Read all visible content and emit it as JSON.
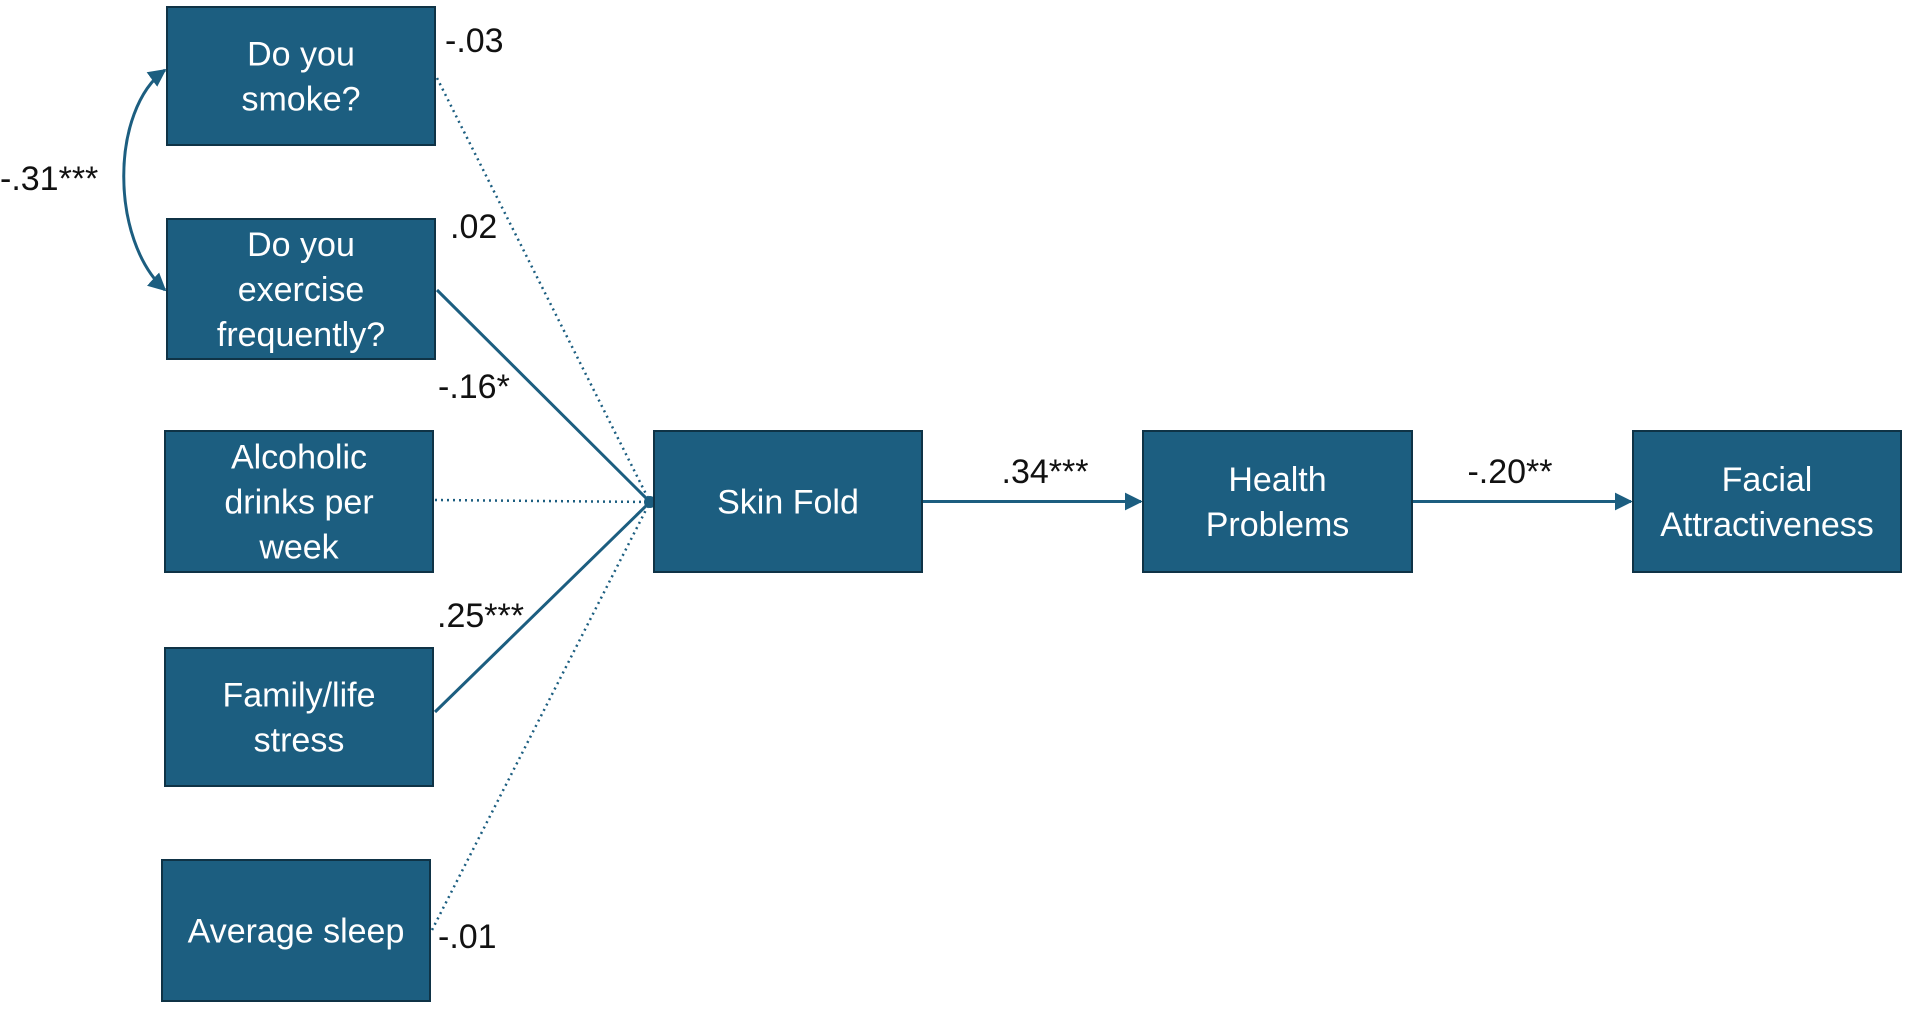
{
  "nodes": [
    {
      "id": "smoke",
      "lines": [
        "Do you",
        "smoke?"
      ]
    },
    {
      "id": "exercise",
      "lines": [
        "Do you",
        "exercise",
        "frequently?"
      ]
    },
    {
      "id": "alcohol",
      "lines": [
        "Alcoholic",
        "drinks per",
        "week"
      ]
    },
    {
      "id": "stress",
      "lines": [
        "Family/life",
        "stress"
      ]
    },
    {
      "id": "sleep",
      "lines": [
        "Average sleep"
      ]
    },
    {
      "id": "skinfold",
      "lines": [
        "Skin Fold"
      ]
    },
    {
      "id": "health",
      "lines": [
        "Health",
        "Problems"
      ]
    },
    {
      "id": "facial",
      "lines": [
        "Facial",
        "Attractiveness"
      ]
    }
  ],
  "paths": [
    {
      "from": "smoke",
      "to": "skinfold",
      "coefficient": "-.03",
      "significant": false
    },
    {
      "from": "exercise",
      "to": "skinfold",
      "coefficient": "-.16*",
      "significant": true
    },
    {
      "from": "alcohol",
      "to": "skinfold",
      "coefficient": ".02",
      "significant": false
    },
    {
      "from": "stress",
      "to": "skinfold",
      "coefficient": ".25***",
      "significant": true
    },
    {
      "from": "sleep",
      "to": "skinfold",
      "coefficient": "-.01",
      "significant": false
    },
    {
      "from": "skinfold",
      "to": "health",
      "coefficient": ".34***",
      "significant": true
    },
    {
      "from": "health",
      "to": "facial",
      "coefficient": "-.20**",
      "significant": true
    }
  ],
  "correlations": [
    {
      "between": [
        "smoke",
        "exercise"
      ],
      "coefficient": "-.31***"
    }
  ],
  "colors": {
    "node_fill": "#1c5e80",
    "node_border": "#0f3346",
    "node_text": "#ffffff",
    "path": "#1c5e80",
    "coefficient_text": "#111111"
  }
}
